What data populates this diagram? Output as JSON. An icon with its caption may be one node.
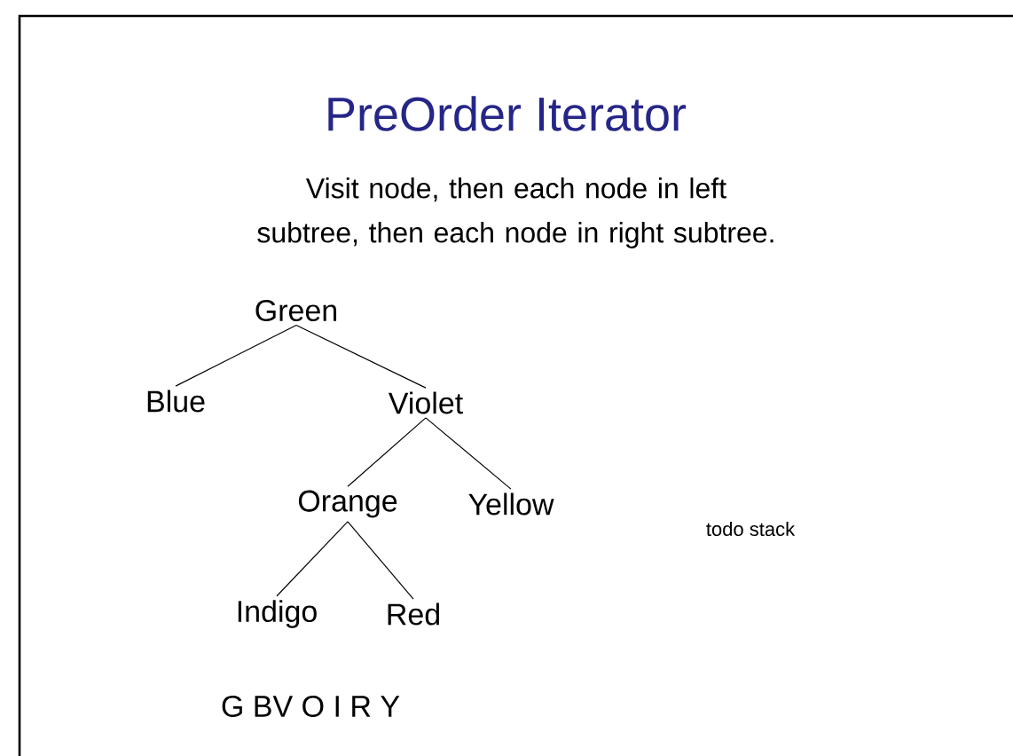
{
  "diagram": {
    "title": "PreOrder Iterator",
    "nodes": [
      {
        "text": [
          "Green"
        ]
      },
      {
        "text": [
          "Blue"
        ]
      },
      {
        "text": [
          "Violet"
        ]
      },
      {
        "text": [
          "Orange"
        ]
      },
      {
        "text": [
          "Yellow"
        ]
      },
      {
        "text": [
          "Indigo"
        ]
      },
      {
        "text": [
          "Red"
        ]
      }
    ],
    "edges": [
      {
        "from": 0,
        "to": 1,
        "arrow": "none"
      },
      {
        "from": 0,
        "to": 2,
        "arrow": "none"
      },
      {
        "from": 2,
        "to": 3,
        "arrow": "none"
      },
      {
        "from": 2,
        "to": 4,
        "arrow": "none"
      },
      {
        "from": 3,
        "to": 5,
        "arrow": "none"
      },
      {
        "from": 3,
        "to": 6,
        "arrow": "none"
      }
    ],
    "labels": [
      "Visit node, then each node in left subtree, then each node in right subtree.",
      "todo stack",
      "G BV O I R Y"
    ]
  }
}
